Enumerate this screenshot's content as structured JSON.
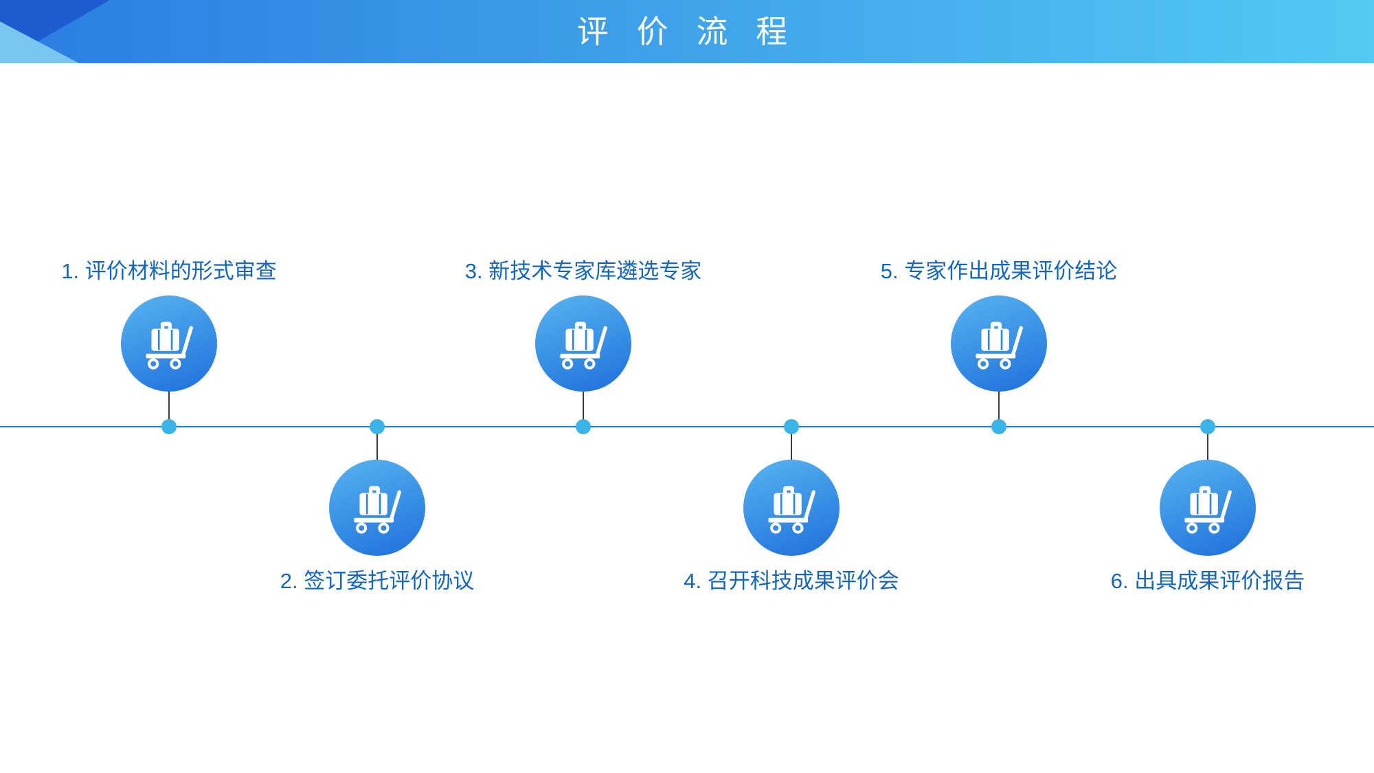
{
  "title": "评 价 流 程",
  "steps": [
    {
      "label": "1. 评价材料的形式审查",
      "side": "above"
    },
    {
      "label": "2. 签订委托评价协议",
      "side": "below"
    },
    {
      "label": "3. 新技术专家库遴选专家",
      "side": "above"
    },
    {
      "label": "4. 召开科技成果评价会",
      "side": "below"
    },
    {
      "label": "5. 专家作出成果评价结论",
      "side": "above"
    },
    {
      "label": "6. 出具成果评价报告",
      "side": "below"
    }
  ],
  "icon": "luggage-cart-icon",
  "colors": {
    "header-left": "#2b7de1",
    "header-right": "#53c9f3",
    "corner-dark": "#1d5bd0",
    "corner-light": "#79c6f2",
    "circle-top": "#58b4f0",
    "circle-bottom": "#1e6fdb",
    "dot": "#3ab3e8",
    "line": "#1b77c0",
    "connector": "#3a3a3a",
    "label": "#1565bb",
    "title": "#ffffff"
  }
}
